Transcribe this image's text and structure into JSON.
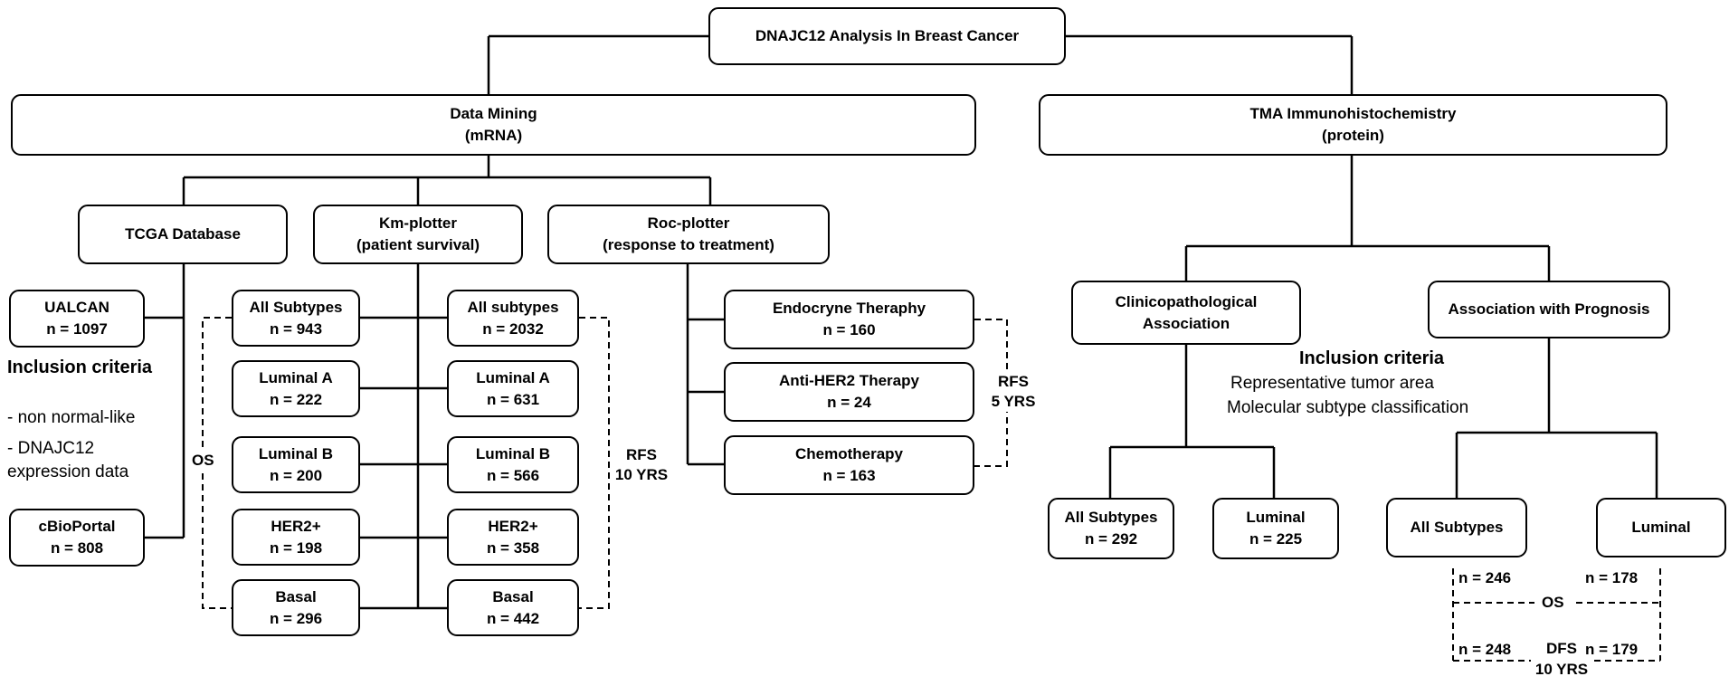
{
  "root": "DNAJC12 Analysis In Breast Cancer",
  "data_mining": {
    "line1": "Data Mining",
    "line2": "(mRNA)"
  },
  "tma": {
    "line1": "TMA Immunohistochemistry",
    "line2": "(protein)"
  },
  "tcga": "TCGA Database",
  "km": {
    "line1": "Km-plotter",
    "line2": "(patient survival)"
  },
  "roc": {
    "line1": "Roc-plotter",
    "line2": "(response to treatment)"
  },
  "ualcan": {
    "line1": "UALCAN",
    "line2": "n = 1097"
  },
  "cbioportal": {
    "line1": "cBioPortal",
    "line2": "n = 808"
  },
  "tcga_inclusion": {
    "title": "Inclusion  criteria",
    "item1": "- non normal-like",
    "item2a": "- DNAJC12",
    "item2b": "expression data"
  },
  "km_os": [
    {
      "line1": "All Subtypes",
      "line2": "n = 943"
    },
    {
      "line1": "Luminal A",
      "line2": "n = 222"
    },
    {
      "line1": "Luminal B",
      "line2": "n = 200"
    },
    {
      "line1": "HER2+",
      "line2": "n = 198"
    },
    {
      "line1": "Basal",
      "line2": "n = 296"
    }
  ],
  "km_rfs": [
    {
      "line1": "All subtypes",
      "line2": "n = 2032"
    },
    {
      "line1": "Luminal A",
      "line2": "n = 631"
    },
    {
      "line1": "Luminal B",
      "line2": "n = 566"
    },
    {
      "line1": "HER2+",
      "line2": "n = 358"
    },
    {
      "line1": "Basal",
      "line2": "n = 442"
    }
  ],
  "os_label": "OS",
  "rfs10": {
    "line1": "RFS",
    "line2": "10 YRS"
  },
  "roc_items": [
    {
      "line1": "Endocryne Theraphy",
      "line2": "n = 160"
    },
    {
      "line1": "Anti-HER2 Therapy",
      "line2": "n = 24"
    },
    {
      "line1": "Chemotherapy",
      "line2": "n = 163"
    }
  ],
  "rfs5": {
    "line1": "RFS",
    "line2": "5 YRS"
  },
  "clinico": {
    "line1": "Clinicopathological",
    "line2": "Association"
  },
  "prognosis": "Association with Prognosis",
  "tma_inclusion": {
    "title": "Inclusion  criteria",
    "item1": "Representative tumor area",
    "item2": "Molecular subtype classification"
  },
  "clin_all": {
    "line1": "All Subtypes",
    "line2": "n = 292"
  },
  "clin_luminal": {
    "line1": "Luminal",
    "line2": "n = 225"
  },
  "prog_all": "All Subtypes",
  "prog_luminal": "Luminal",
  "prog_values": {
    "all_os": "n = 246",
    "lum_os": "n = 178",
    "os": "OS",
    "all_dfs": "n = 248",
    "dfs": "DFS",
    "dfs_years": "10 YRS",
    "lum_dfs": "n = 179"
  }
}
